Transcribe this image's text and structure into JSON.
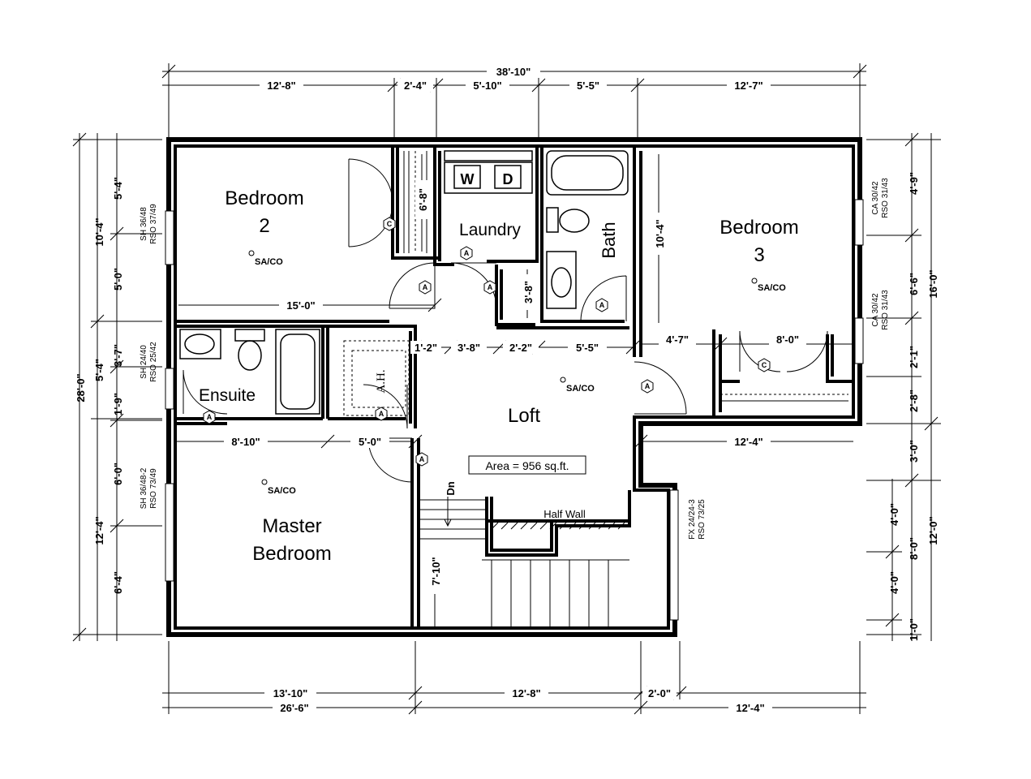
{
  "rooms": {
    "bedroom2_line1": "Bedroom",
    "bedroom2_line2": "2",
    "laundry": "Laundry",
    "bath": "Bath",
    "bedroom3_line1": "Bedroom",
    "bedroom3_line2": "3",
    "ensuite": "Ensuite",
    "loft": "Loft",
    "master_line1": "Master",
    "master_line2": "Bedroom",
    "ah": "A.H.",
    "area": "Area = 956 sq.ft.",
    "half_wall": "Half Wall",
    "dn": "Dn"
  },
  "fixtures": {
    "washer": "W",
    "dryer": "D"
  },
  "markers": {
    "closet": "C",
    "door": "A",
    "sa_co": "SA/CO"
  },
  "dims": {
    "top_total": "38'-10\"",
    "top_1": "12'-8\"",
    "top_2": "2'-4\"",
    "top_3": "5'-10\"",
    "top_4": "5'-5\"",
    "top_5": "12'-7\"",
    "bot_1": "13'-10\"",
    "bot_2": "12'-8\"",
    "bot_3": "2'-0\"",
    "bot_total_left": "26'-6\"",
    "bot_total_right": "12'-4\"",
    "left_total": "28'-0\"",
    "left_a": "10'-4\"",
    "left_b": "12'-4\"",
    "left_1": "5'-4\"",
    "left_2": "5'-0\"",
    "left_3": "5'-4\"",
    "left_4": "6'-0\"",
    "left_5": "6'-4\"",
    "left_6": "3'-7\"",
    "left_7": "1'-9\"",
    "right_total": "16'-0\"",
    "right_b": "12'-0\"",
    "right_c": "8'-0\"",
    "right_1": "4'-9\"",
    "right_2": "6'-6\"",
    "right_3": "2'-1\"",
    "right_4": "2'-8\"",
    "right_5": "3'-0\"",
    "right_6": "4'-0\"",
    "right_7": "4'-0\"",
    "right_8": "1'-0\"",
    "int_closet": "6'-8\"",
    "int_15": "15'-0\"",
    "int_38": "3'-8\"",
    "int_104": "10'-4\"",
    "int_12": "1'-2\"",
    "int_38b": "3'-8\"",
    "int_22": "2'-2\"",
    "int_55": "5'-5\"",
    "int_47": "4'-7\"",
    "int_80": "8'-0\"",
    "int_810": "8'-10\"",
    "int_50": "5'-0\"",
    "int_124": "12'-4\"",
    "int_710": "7'-10\""
  },
  "windows": {
    "w1a": "SH 36/48",
    "w1b": "RSO 37/49",
    "w2a": "SH 24/40",
    "w2b": "RSO 25/42",
    "w3a": "SH 36/48-2",
    "w3b": "RSO 73/49",
    "w4a": "CA 30/42",
    "w4b": "RSO 31/43",
    "w5a": "CA 30/42",
    "w5b": "RSO 31/43",
    "w6a": "FX 24/24-3",
    "w6b": "RSO 73/25"
  }
}
